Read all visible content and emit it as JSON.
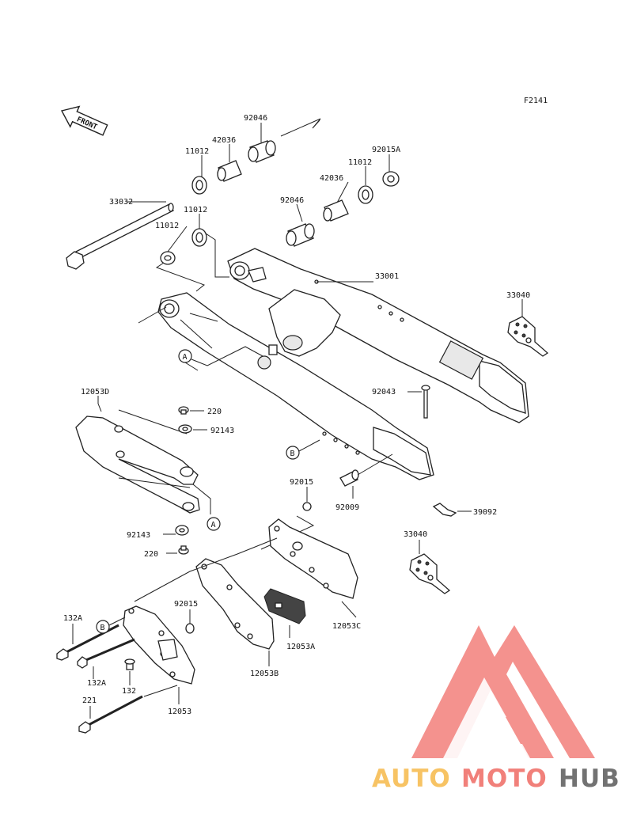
{
  "diagram_code": "F2141",
  "front_label": "FRONT",
  "callouts": {
    "p92046_top": "92046",
    "p42036_top": "42036",
    "p11012_a": "11012",
    "p92015A": "92015A",
    "p11012_b": "11012",
    "p42036_b": "42036",
    "p33032": "33032",
    "p92046_b": "92046",
    "p11012_c": "11012",
    "p11012_d": "11012",
    "p33001": "33001",
    "p33040_a": "33040",
    "p92043": "92043",
    "p12053D": "12053D",
    "p220_a": "220",
    "p92143_a": "92143",
    "p92015_a": "92015",
    "p92009": "92009",
    "p39092": "39092",
    "p92143_b": "92143",
    "p220_b": "220",
    "p33040_b": "33040",
    "p132A_a": "132A",
    "p92015_b": "92015",
    "p12053C": "12053C",
    "p12053A": "12053A",
    "p132A_b": "132A",
    "p12053B": "12053B",
    "p132": "132",
    "p221": "221",
    "p12053": "12053"
  },
  "ref_markers": {
    "a1": "A",
    "a2": "A",
    "b1": "B",
    "b2": "B"
  },
  "watermark": {
    "part1": "AUTO",
    "part2": "MOTO",
    "part3": "HUB",
    "color1": "#f6b94a",
    "color2": "#ef6a63",
    "color3": "#5a5a5a",
    "logo_color": "#ef5f5a"
  }
}
